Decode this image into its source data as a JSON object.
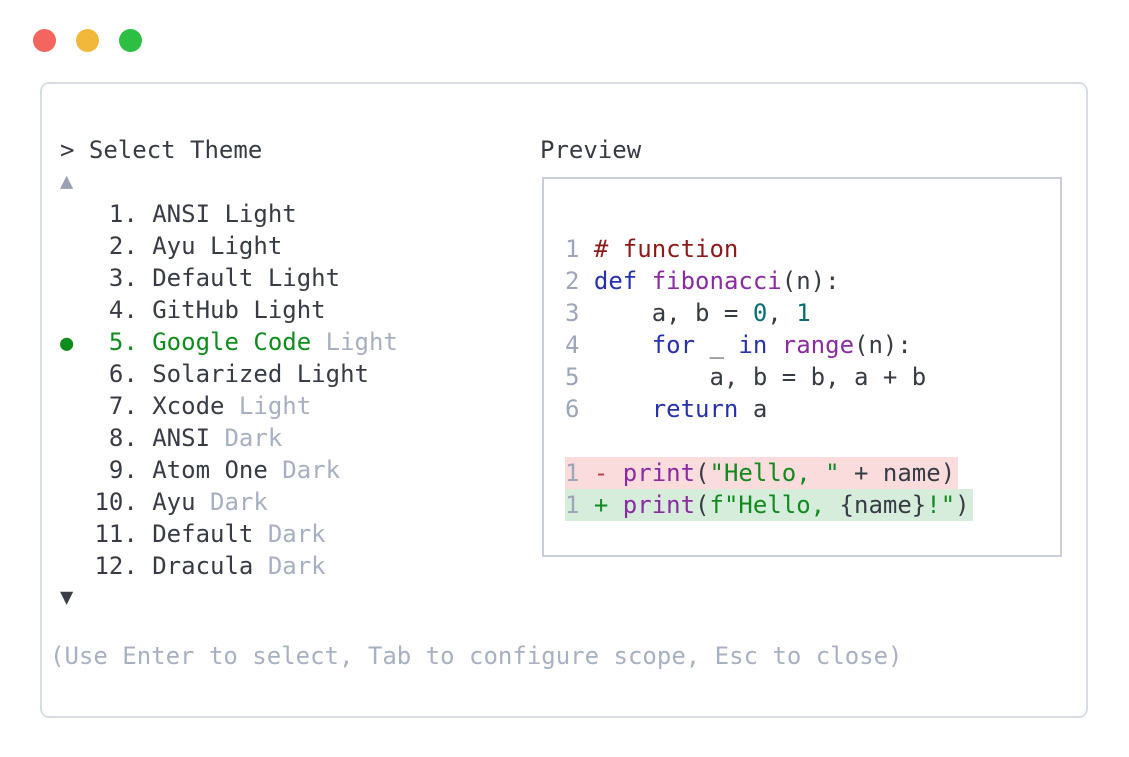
{
  "window": {
    "traffic_lights": [
      {
        "name": "close",
        "color": "#f4655f"
      },
      {
        "name": "minimize",
        "color": "#f2b83b"
      },
      {
        "name": "zoom",
        "color": "#2dbf44"
      }
    ]
  },
  "panel": {
    "header": {
      "prompt": ">",
      "title": "Select Theme",
      "preview_label": "Preview"
    },
    "scroll_up_icon": "▲",
    "scroll_down_icon": "▼",
    "list": {
      "selected_marker": "●",
      "items": [
        {
          "number": "1.",
          "primary": "ANSI Light",
          "muted": "",
          "selected": false
        },
        {
          "number": "2.",
          "primary": "Ayu Light",
          "muted": "",
          "selected": false
        },
        {
          "number": "3.",
          "primary": "Default Light",
          "muted": "",
          "selected": false
        },
        {
          "number": "4.",
          "primary": "GitHub Light",
          "muted": "",
          "selected": false
        },
        {
          "number": "5.",
          "primary": "Google Code",
          "muted": "Light",
          "selected": true
        },
        {
          "number": "6.",
          "primary": "Solarized Light",
          "muted": "",
          "selected": false
        },
        {
          "number": "7.",
          "primary": "Xcode",
          "muted": "Light",
          "selected": false
        },
        {
          "number": "8.",
          "primary": "ANSI",
          "muted": "Dark",
          "selected": false
        },
        {
          "number": "9.",
          "primary": "Atom One",
          "muted": "Dark",
          "selected": false
        },
        {
          "number": "10.",
          "primary": "Ayu",
          "muted": "Dark",
          "selected": false
        },
        {
          "number": "11.",
          "primary": "Default",
          "muted": "Dark",
          "selected": false
        },
        {
          "number": "12.",
          "primary": "Dracula",
          "muted": "Dark",
          "selected": false
        }
      ]
    },
    "preview": {
      "lines": [
        {
          "ln": "1",
          "tokens": [
            {
              "t": "# function",
              "c": "com"
            }
          ]
        },
        {
          "ln": "2",
          "tokens": [
            {
              "t": "def",
              "c": "kw"
            },
            {
              "t": " ",
              "c": "d"
            },
            {
              "t": "fibonacci",
              "c": "fn"
            },
            {
              "t": "(n):",
              "c": "d"
            }
          ]
        },
        {
          "ln": "3",
          "tokens": [
            {
              "t": "    a, b = ",
              "c": "d"
            },
            {
              "t": "0",
              "c": "num"
            },
            {
              "t": ", ",
              "c": "d"
            },
            {
              "t": "1",
              "c": "num"
            }
          ]
        },
        {
          "ln": "4",
          "tokens": [
            {
              "t": "    ",
              "c": "d"
            },
            {
              "t": "for",
              "c": "kw"
            },
            {
              "t": " _ ",
              "c": "d"
            },
            {
              "t": "in",
              "c": "kw"
            },
            {
              "t": " ",
              "c": "d"
            },
            {
              "t": "range",
              "c": "fn"
            },
            {
              "t": "(n):",
              "c": "d"
            }
          ]
        },
        {
          "ln": "5",
          "tokens": [
            {
              "t": "        a, b = b, a + b",
              "c": "d"
            }
          ]
        },
        {
          "ln": "6",
          "tokens": [
            {
              "t": "    ",
              "c": "d"
            },
            {
              "t": "return",
              "c": "kw"
            },
            {
              "t": " a",
              "c": "d"
            }
          ]
        },
        {
          "ln": "",
          "tokens": []
        },
        {
          "ln": "1",
          "hl": "removed",
          "tokens": [
            {
              "t": "-",
              "c": "minus"
            },
            {
              "t": " ",
              "c": "d"
            },
            {
              "t": "print",
              "c": "fn"
            },
            {
              "t": "(",
              "c": "d"
            },
            {
              "t": "\"Hello, \"",
              "c": "str"
            },
            {
              "t": " + name)",
              "c": "d"
            }
          ]
        },
        {
          "ln": "1",
          "hl": "added",
          "tokens": [
            {
              "t": "+",
              "c": "plus"
            },
            {
              "t": " ",
              "c": "d"
            },
            {
              "t": "print",
              "c": "fn"
            },
            {
              "t": "(",
              "c": "d"
            },
            {
              "t": "f\"Hello, ",
              "c": "str"
            },
            {
              "t": "{name}",
              "c": "d"
            },
            {
              "t": "!\"",
              "c": "str"
            },
            {
              "t": ")",
              "c": "d"
            }
          ]
        }
      ]
    },
    "footer_hint": "(Use Enter to select, Tab to configure scope, Esc to close)"
  },
  "colors": {
    "text": "#373c44",
    "muted": "#a7b0c0",
    "line_number": "#9ca6b8",
    "accent_green": "#0e8c1d",
    "keyword_blue": "#2732aa",
    "function_purple": "#8a2ba1",
    "number_teal": "#0a6e6e",
    "string_green": "#128a1f",
    "comment_red": "#8d1a1a",
    "diff_minus_red": "#c23b4b",
    "removed_bg": "#fadcdc",
    "added_bg": "#d6eddc",
    "panel_border": "#d9dde4",
    "preview_border": "#c9cfd9"
  }
}
